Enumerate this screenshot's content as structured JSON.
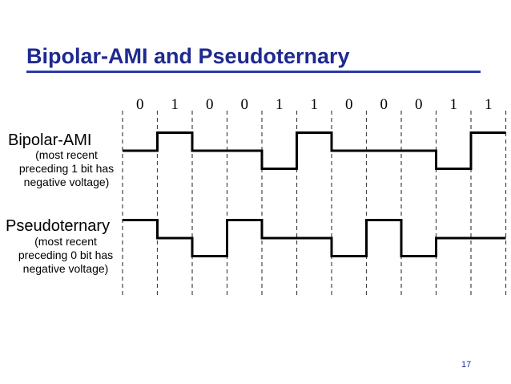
{
  "title": "Bipolar-AMI and Pseudoternary",
  "bits": [
    "0",
    "1",
    "0",
    "0",
    "1",
    "1",
    "0",
    "0",
    "0",
    "1",
    "1"
  ],
  "bipolar_ami": {
    "name": "Bipolar-AMI",
    "note_lines": [
      "(most recent",
      "preceding 1 bit has",
      "negative voltage)"
    ],
    "levels": [
      0,
      1,
      0,
      0,
      -1,
      1,
      0,
      0,
      0,
      -1,
      1
    ]
  },
  "pseudoternary": {
    "name": "Pseudoternary",
    "note_lines": [
      "(most recent",
      "preceding 0 bit has",
      "negative voltage)"
    ],
    "levels": [
      1,
      0,
      -1,
      1,
      0,
      0,
      -1,
      1,
      -1,
      0,
      0
    ]
  },
  "page_number": "17",
  "colors": {
    "title": "#1f2a8f",
    "rule": "#2c3aa8",
    "signal": "#000000",
    "grid": "#444444"
  }
}
